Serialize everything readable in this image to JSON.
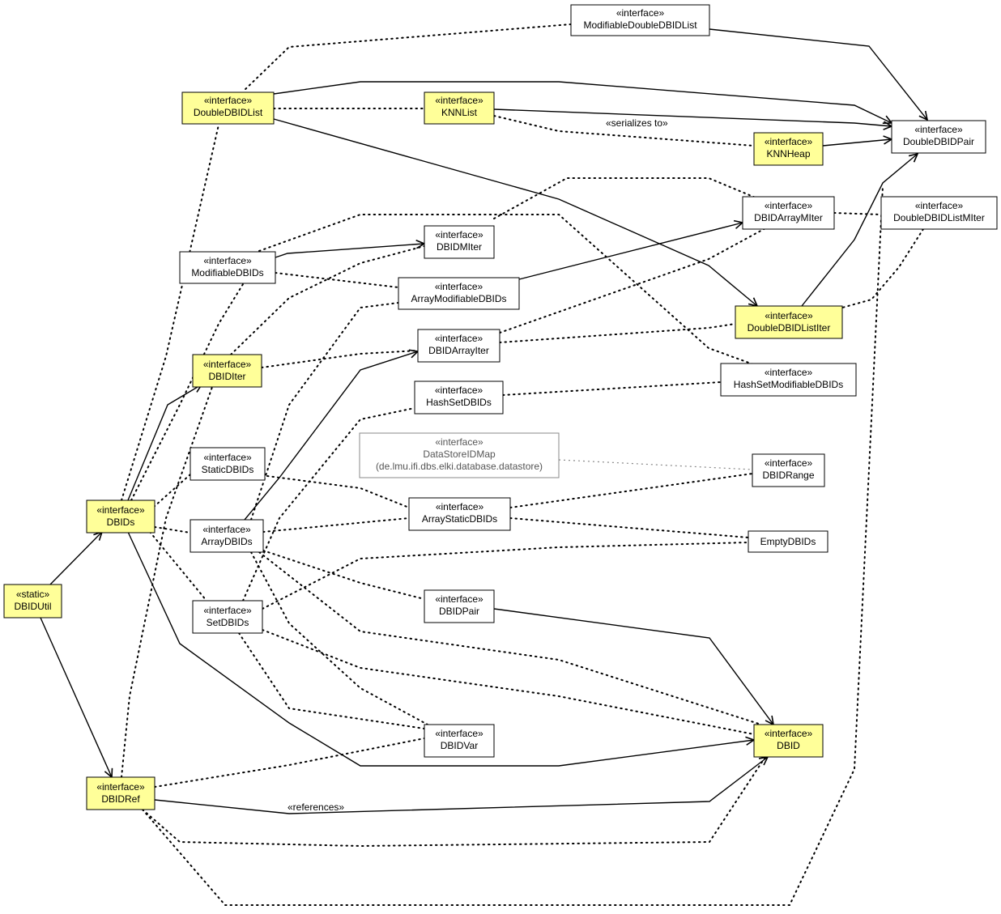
{
  "colors": {
    "highlight": "#ffff99",
    "plain": "#ffffff",
    "border": "#000000",
    "muted": "#888888"
  },
  "nodes": {
    "modifiable_double_dbid_list": {
      "stereotype": "«interface»",
      "name": "ModifiableDoubleDBIDList"
    },
    "double_dbid_list": {
      "stereotype": "«interface»",
      "name": "DoubleDBIDList"
    },
    "knn_list": {
      "stereotype": "«interface»",
      "name": "KNNList"
    },
    "knn_heap": {
      "stereotype": "«interface»",
      "name": "KNNHeap"
    },
    "double_dbid_pair": {
      "stereotype": "«interface»",
      "name": "DoubleDBIDPair"
    },
    "dbid_array_miter": {
      "stereotype": "«interface»",
      "name": "DBIDArrayMIter"
    },
    "double_dbid_list_miter": {
      "stereotype": "«interface»",
      "name": "DoubleDBIDListMIter"
    },
    "dbid_miter": {
      "stereotype": "«interface»",
      "name": "DBIDMIter"
    },
    "modifiable_dbids": {
      "stereotype": "«interface»",
      "name": "ModifiableDBIDs"
    },
    "array_modifiable_dbids": {
      "stereotype": "«interface»",
      "name": "ArrayModifiableDBIDs"
    },
    "double_dbid_list_iter": {
      "stereotype": "«interface»",
      "name": "DoubleDBIDListIter"
    },
    "dbid_array_iter": {
      "stereotype": "«interface»",
      "name": "DBIDArrayIter"
    },
    "dbid_iter": {
      "stereotype": "«interface»",
      "name": "DBIDIter"
    },
    "hash_set_modifiable_dbids": {
      "stereotype": "«interface»",
      "name": "HashSetModifiableDBIDs"
    },
    "hash_set_dbids": {
      "stereotype": "«interface»",
      "name": "HashSetDBIDs"
    },
    "datastore_id_map": {
      "stereotype": "«interface»",
      "name": "DataStoreIDMap",
      "package": "(de.lmu.ifi.dbs.elki.database.datastore)"
    },
    "static_dbids": {
      "stereotype": "«interface»",
      "name": "StaticDBIDs"
    },
    "dbid_range": {
      "stereotype": "«interface»",
      "name": "DBIDRange"
    },
    "dbids": {
      "stereotype": "«interface»",
      "name": "DBIDs"
    },
    "array_static_dbids": {
      "stereotype": "«interface»",
      "name": "ArrayStaticDBIDs"
    },
    "array_dbids": {
      "stereotype": "«interface»",
      "name": "ArrayDBIDs"
    },
    "empty_dbids": {
      "name": "EmptyDBIDs"
    },
    "dbid_util": {
      "stereotype": "«static»",
      "name": "DBIDUtil"
    },
    "dbid_pair": {
      "stereotype": "«interface»",
      "name": "DBIDPair"
    },
    "set_dbids": {
      "stereotype": "«interface»",
      "name": "SetDBIDs"
    },
    "dbid_var": {
      "stereotype": "«interface»",
      "name": "DBIDVar"
    },
    "dbid": {
      "stereotype": "«interface»",
      "name": "DBID"
    },
    "dbid_ref": {
      "stereotype": "«interface»",
      "name": "DBIDRef"
    }
  },
  "edge_labels": {
    "serializes_to": "«serializes to»",
    "references": "«references»"
  }
}
